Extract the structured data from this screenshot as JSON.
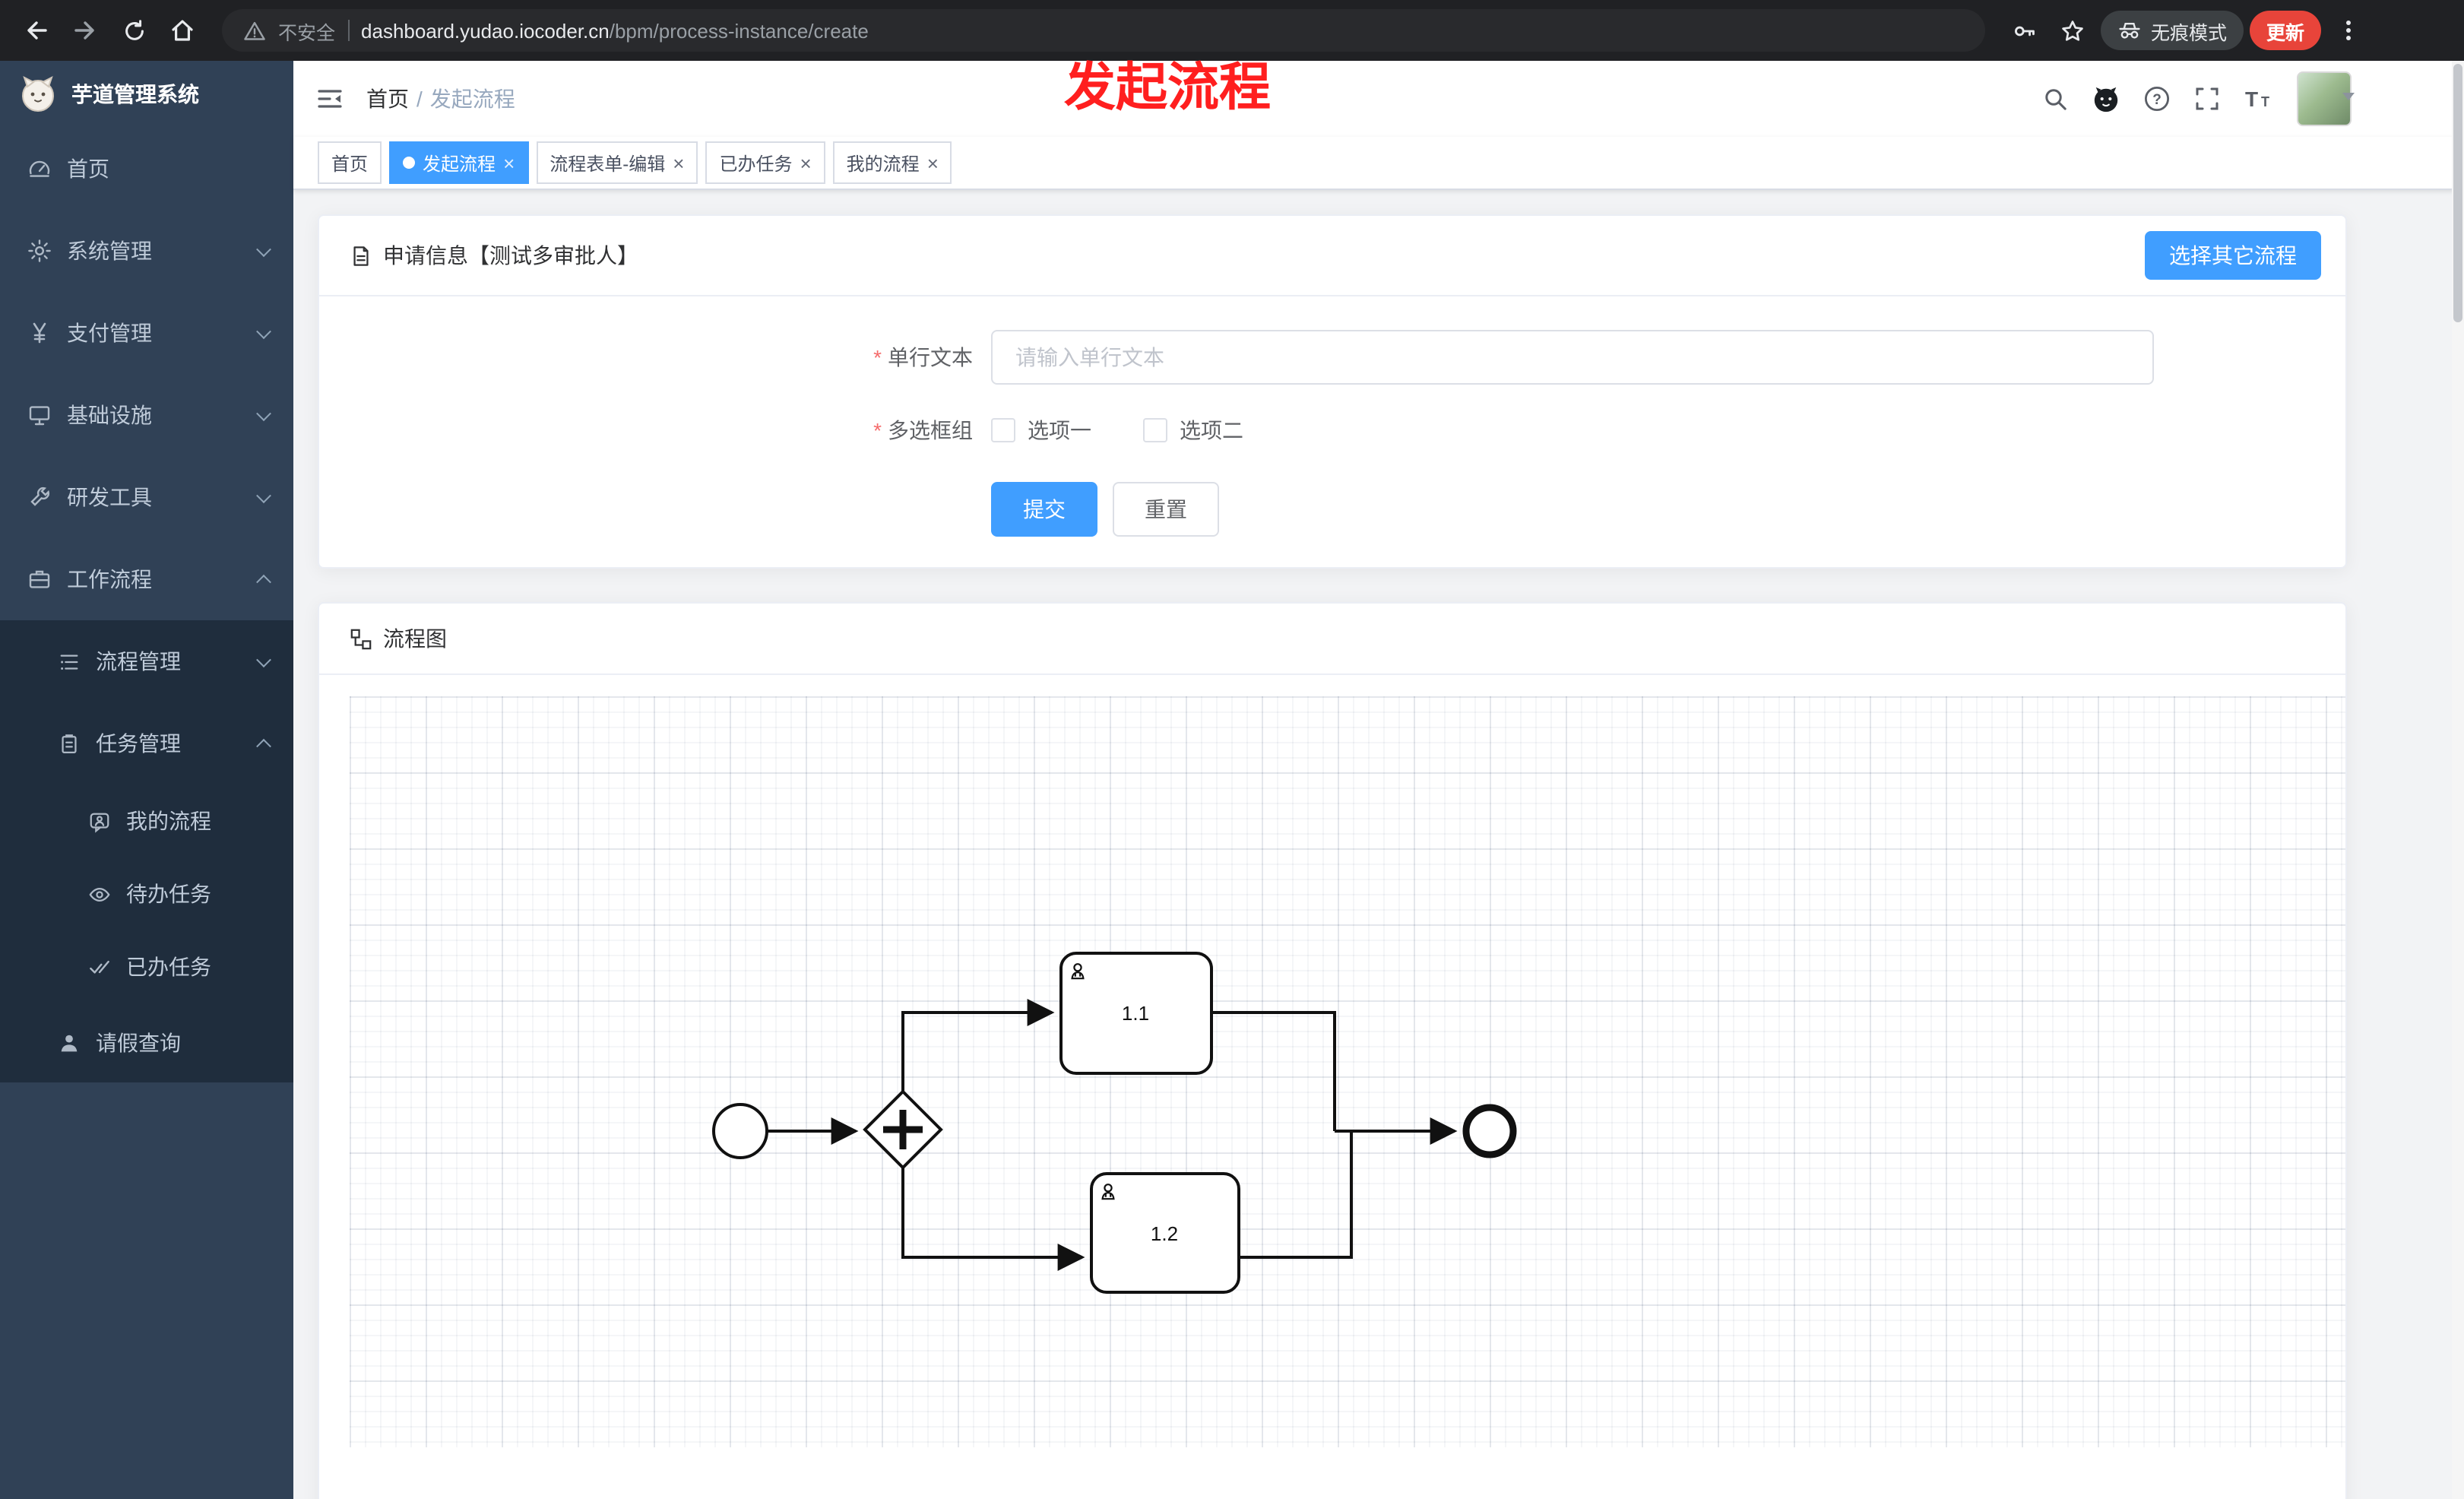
{
  "colors": {
    "accent": "#409eff",
    "sidebar_bg": "#304156",
    "submenu_bg": "#1f2d3d",
    "chrome_bg": "#202124",
    "update_red": "#e8443a",
    "annotation_red": "#ff1f1f"
  },
  "browser": {
    "security_label": "不安全",
    "url_domain": "dashboard.yudao.iocoder.cn",
    "url_path": "/bpm/process-instance/create",
    "incognito_label": "无痕模式",
    "update_label": "更新"
  },
  "annotation": {
    "text": "发起流程"
  },
  "sidebar": {
    "logo_title": "芋道管理系统",
    "items": [
      {
        "label": "首页"
      },
      {
        "label": "系统管理"
      },
      {
        "label": "支付管理"
      },
      {
        "label": "基础设施"
      },
      {
        "label": "研发工具"
      },
      {
        "label": "工作流程"
      }
    ],
    "submenu": [
      {
        "label": "流程管理"
      },
      {
        "label": "任务管理"
      },
      {
        "label": "我的流程"
      },
      {
        "label": "待办任务"
      },
      {
        "label": "已办任务"
      },
      {
        "label": "请假查询"
      }
    ]
  },
  "navbar": {
    "breadcrumb_home": "首页",
    "breadcrumb_current": "发起流程"
  },
  "tags": [
    {
      "label": "首页"
    },
    {
      "label": "发起流程"
    },
    {
      "label": "流程表单-编辑"
    },
    {
      "label": "已办任务"
    },
    {
      "label": "我的流程"
    }
  ],
  "form_card": {
    "title": "申请信息【测试多审批人】",
    "select_other_button": "选择其它流程",
    "text_label": "单行文本",
    "text_placeholder": "请输入单行文本",
    "checkbox_label": "多选框组",
    "option1": "选项一",
    "option2": "选项二",
    "submit_button": "提交",
    "reset_button": "重置"
  },
  "flow_card": {
    "title": "流程图",
    "task1_label": "1.1",
    "task2_label": "1.2"
  }
}
